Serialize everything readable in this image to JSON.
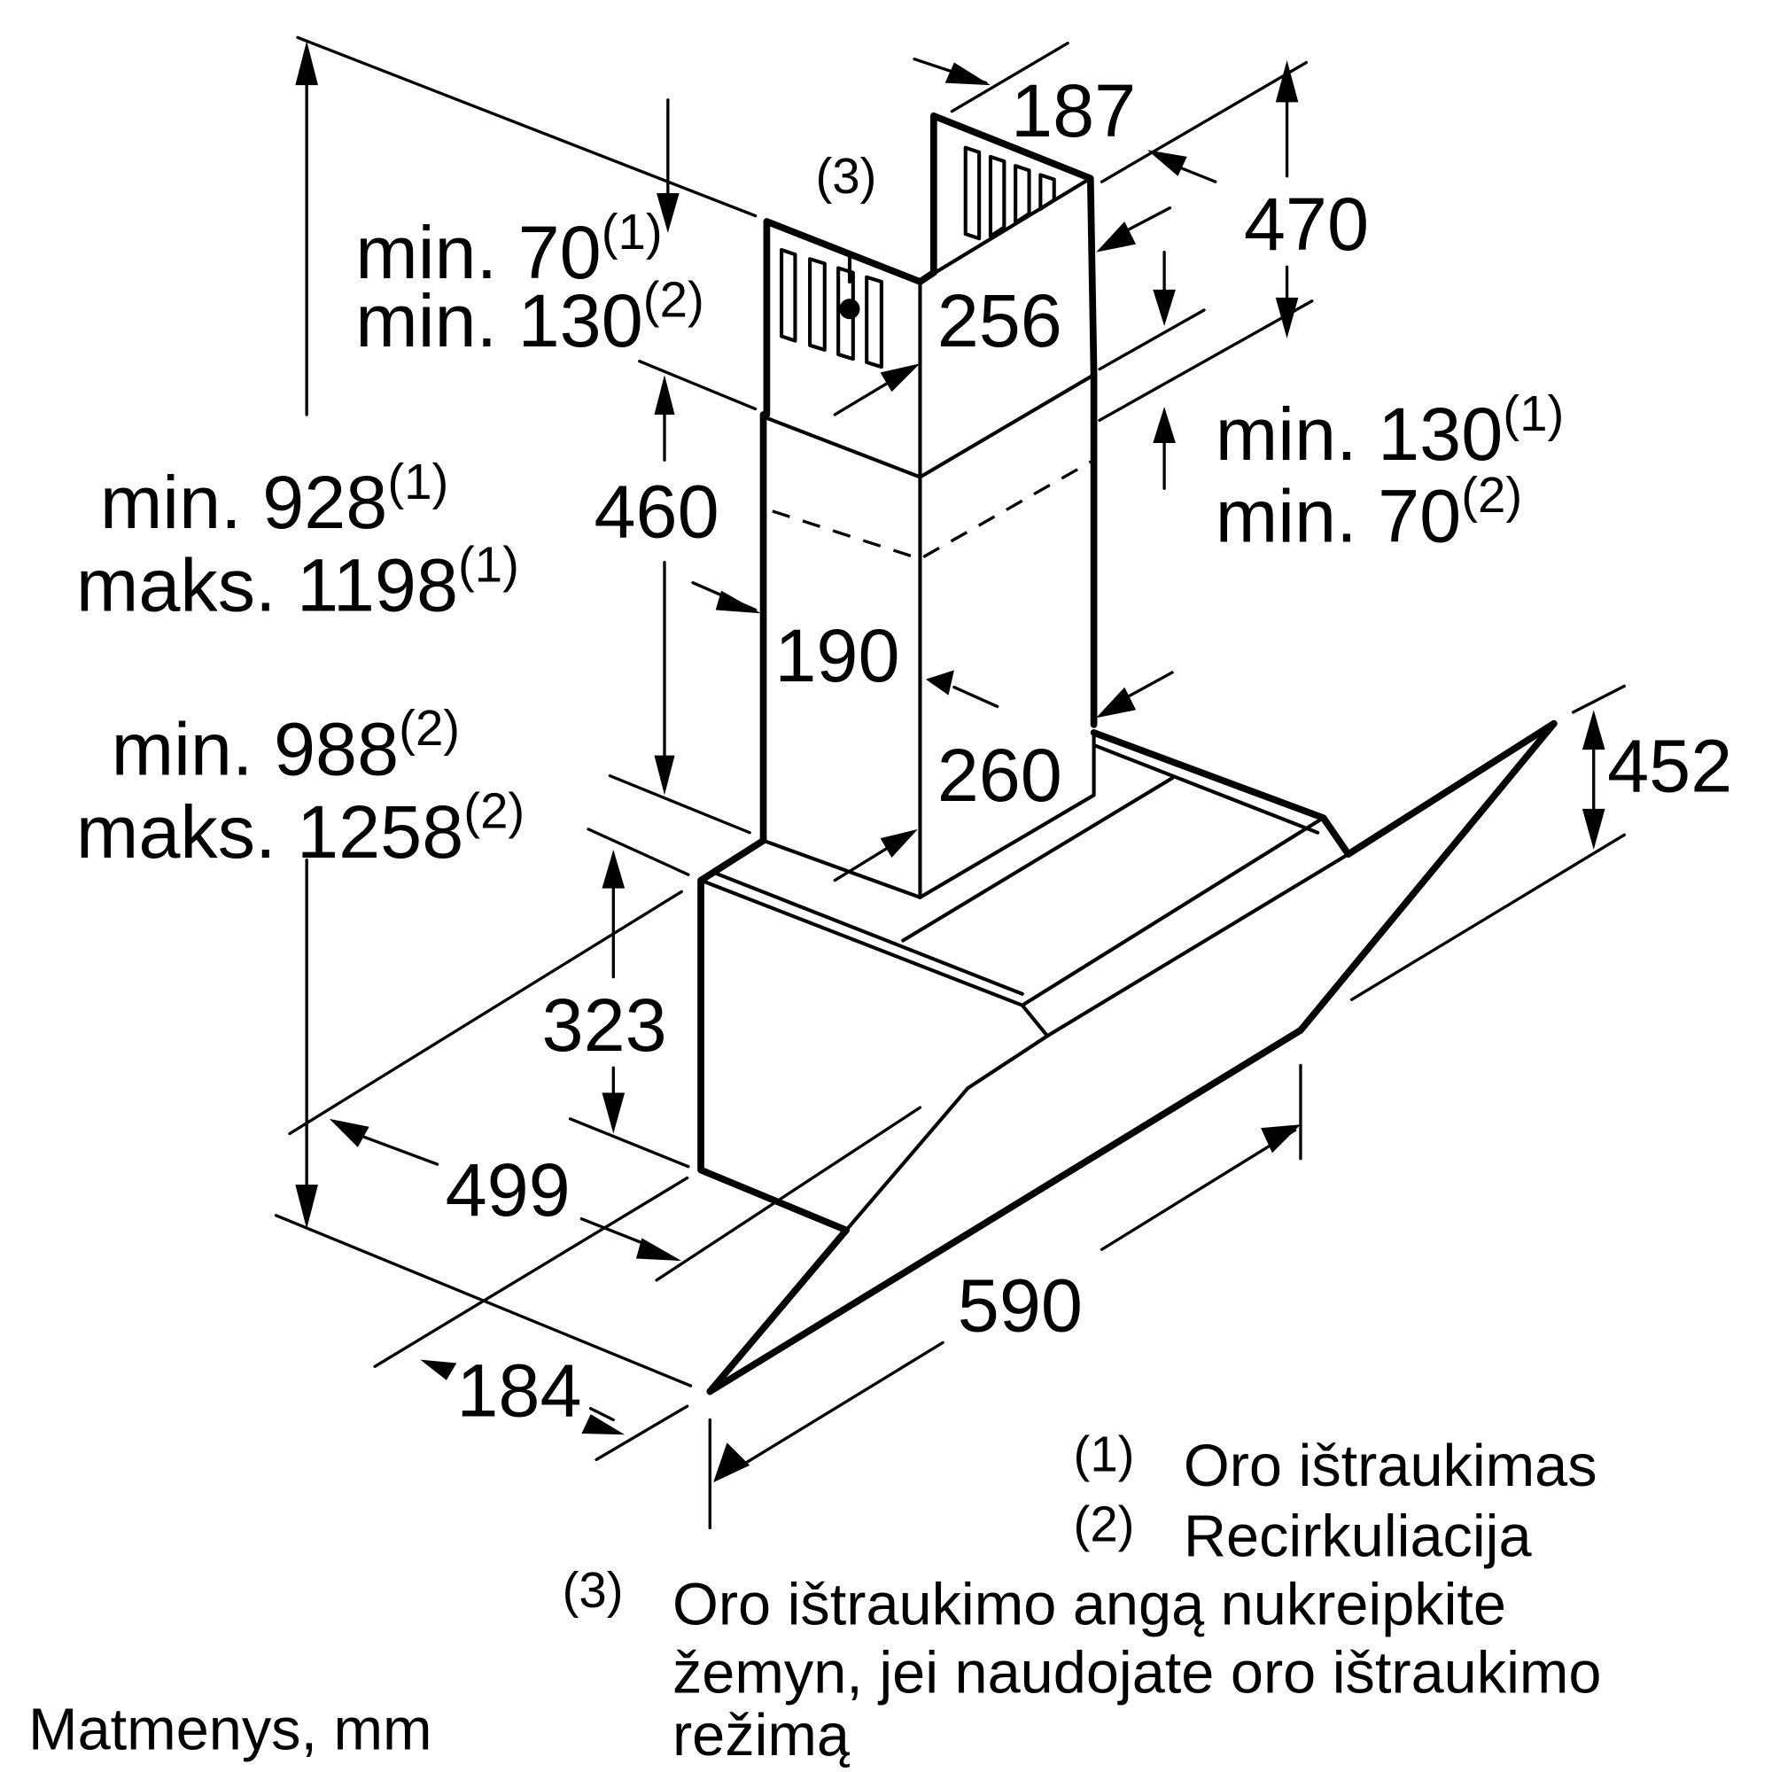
{
  "diagram": {
    "title": "Matmenys, mm",
    "units": "mm",
    "dimensions": {
      "chimney_top_depth": "187",
      "chimney_total_height_upper": "470",
      "chimney_front_width_upper": "256",
      "chimney_lower_section_height": "460",
      "chimney_side_width": "190",
      "chimney_front_width_lower": "260",
      "canopy_height": "452",
      "body_height": "323",
      "body_depth": "499",
      "glass_depth": "184",
      "total_width": "590"
    },
    "clearances": {
      "top_left": {
        "line1": "min. 70",
        "sup1": "(1)",
        "line2": "min. 130",
        "sup2": "(2)"
      },
      "right": {
        "line1": "min. 130",
        "sup1": "(1)",
        "line2": "min. 70",
        "sup2": "(2)"
      },
      "total_height_extraction": {
        "line1": "min. 928",
        "sup1": "(1)",
        "line2": "maks. 1198",
        "sup2": "(1)"
      },
      "total_height_recirculation": {
        "line1": "min. 988",
        "sup1": "(2)",
        "line2": "maks. 1258",
        "sup2": "(2)"
      }
    },
    "vent_marker": "(3)",
    "legend": [
      {
        "marker": "(1)",
        "text": "Oro ištraukimas"
      },
      {
        "marker": "(2)",
        "text": "Recirkuliacija"
      },
      {
        "marker": "(3)",
        "lines": [
          "Oro ištraukimo angą nukreipkite",
          "žemyn, jei naudojate oro ištraukimo",
          "režimą"
        ]
      }
    ],
    "colors": {
      "line": "#000000",
      "background": "#ffffff"
    }
  }
}
